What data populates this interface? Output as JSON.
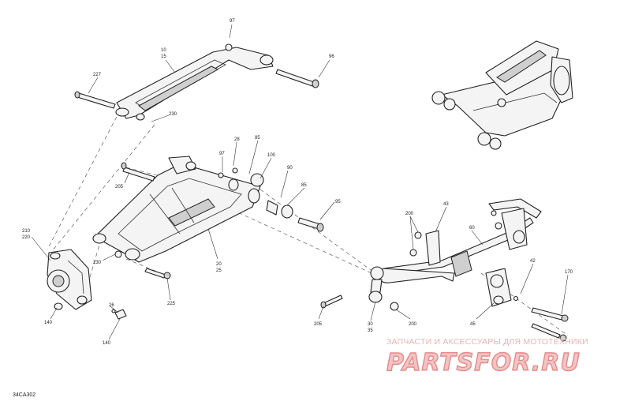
{
  "figure_ref": "34CA302",
  "watermark": {
    "tagline": "ЗАПЧАСТИ И АКСЕССУАРЫ ДЛЯ МОТОТЕХНИКИ",
    "brand": "PARTSFOR.RU"
  },
  "callouts": {
    "c97a": "97",
    "c10_15": [
      "10",
      "15"
    ],
    "c96": "96",
    "c227": "227",
    "c230a": "230",
    "c97b": "97",
    "c28": "28",
    "c85a": "85",
    "c100": "100",
    "c90": "90",
    "c85b": "85",
    "c95": "95",
    "c205a": "205",
    "c210_220": [
      "210",
      "220"
    ],
    "c230b": "230",
    "c20_25": [
      "20",
      "25"
    ],
    "c225": "225",
    "c26": "26",
    "c140a": "140",
    "c140b": "140",
    "c200a": "200",
    "c43": "43",
    "c60": "60",
    "c42": "42",
    "c170": "170",
    "c45": "45",
    "c205b": "205",
    "c30_35": [
      "30",
      "35"
    ],
    "c200b": "200"
  }
}
